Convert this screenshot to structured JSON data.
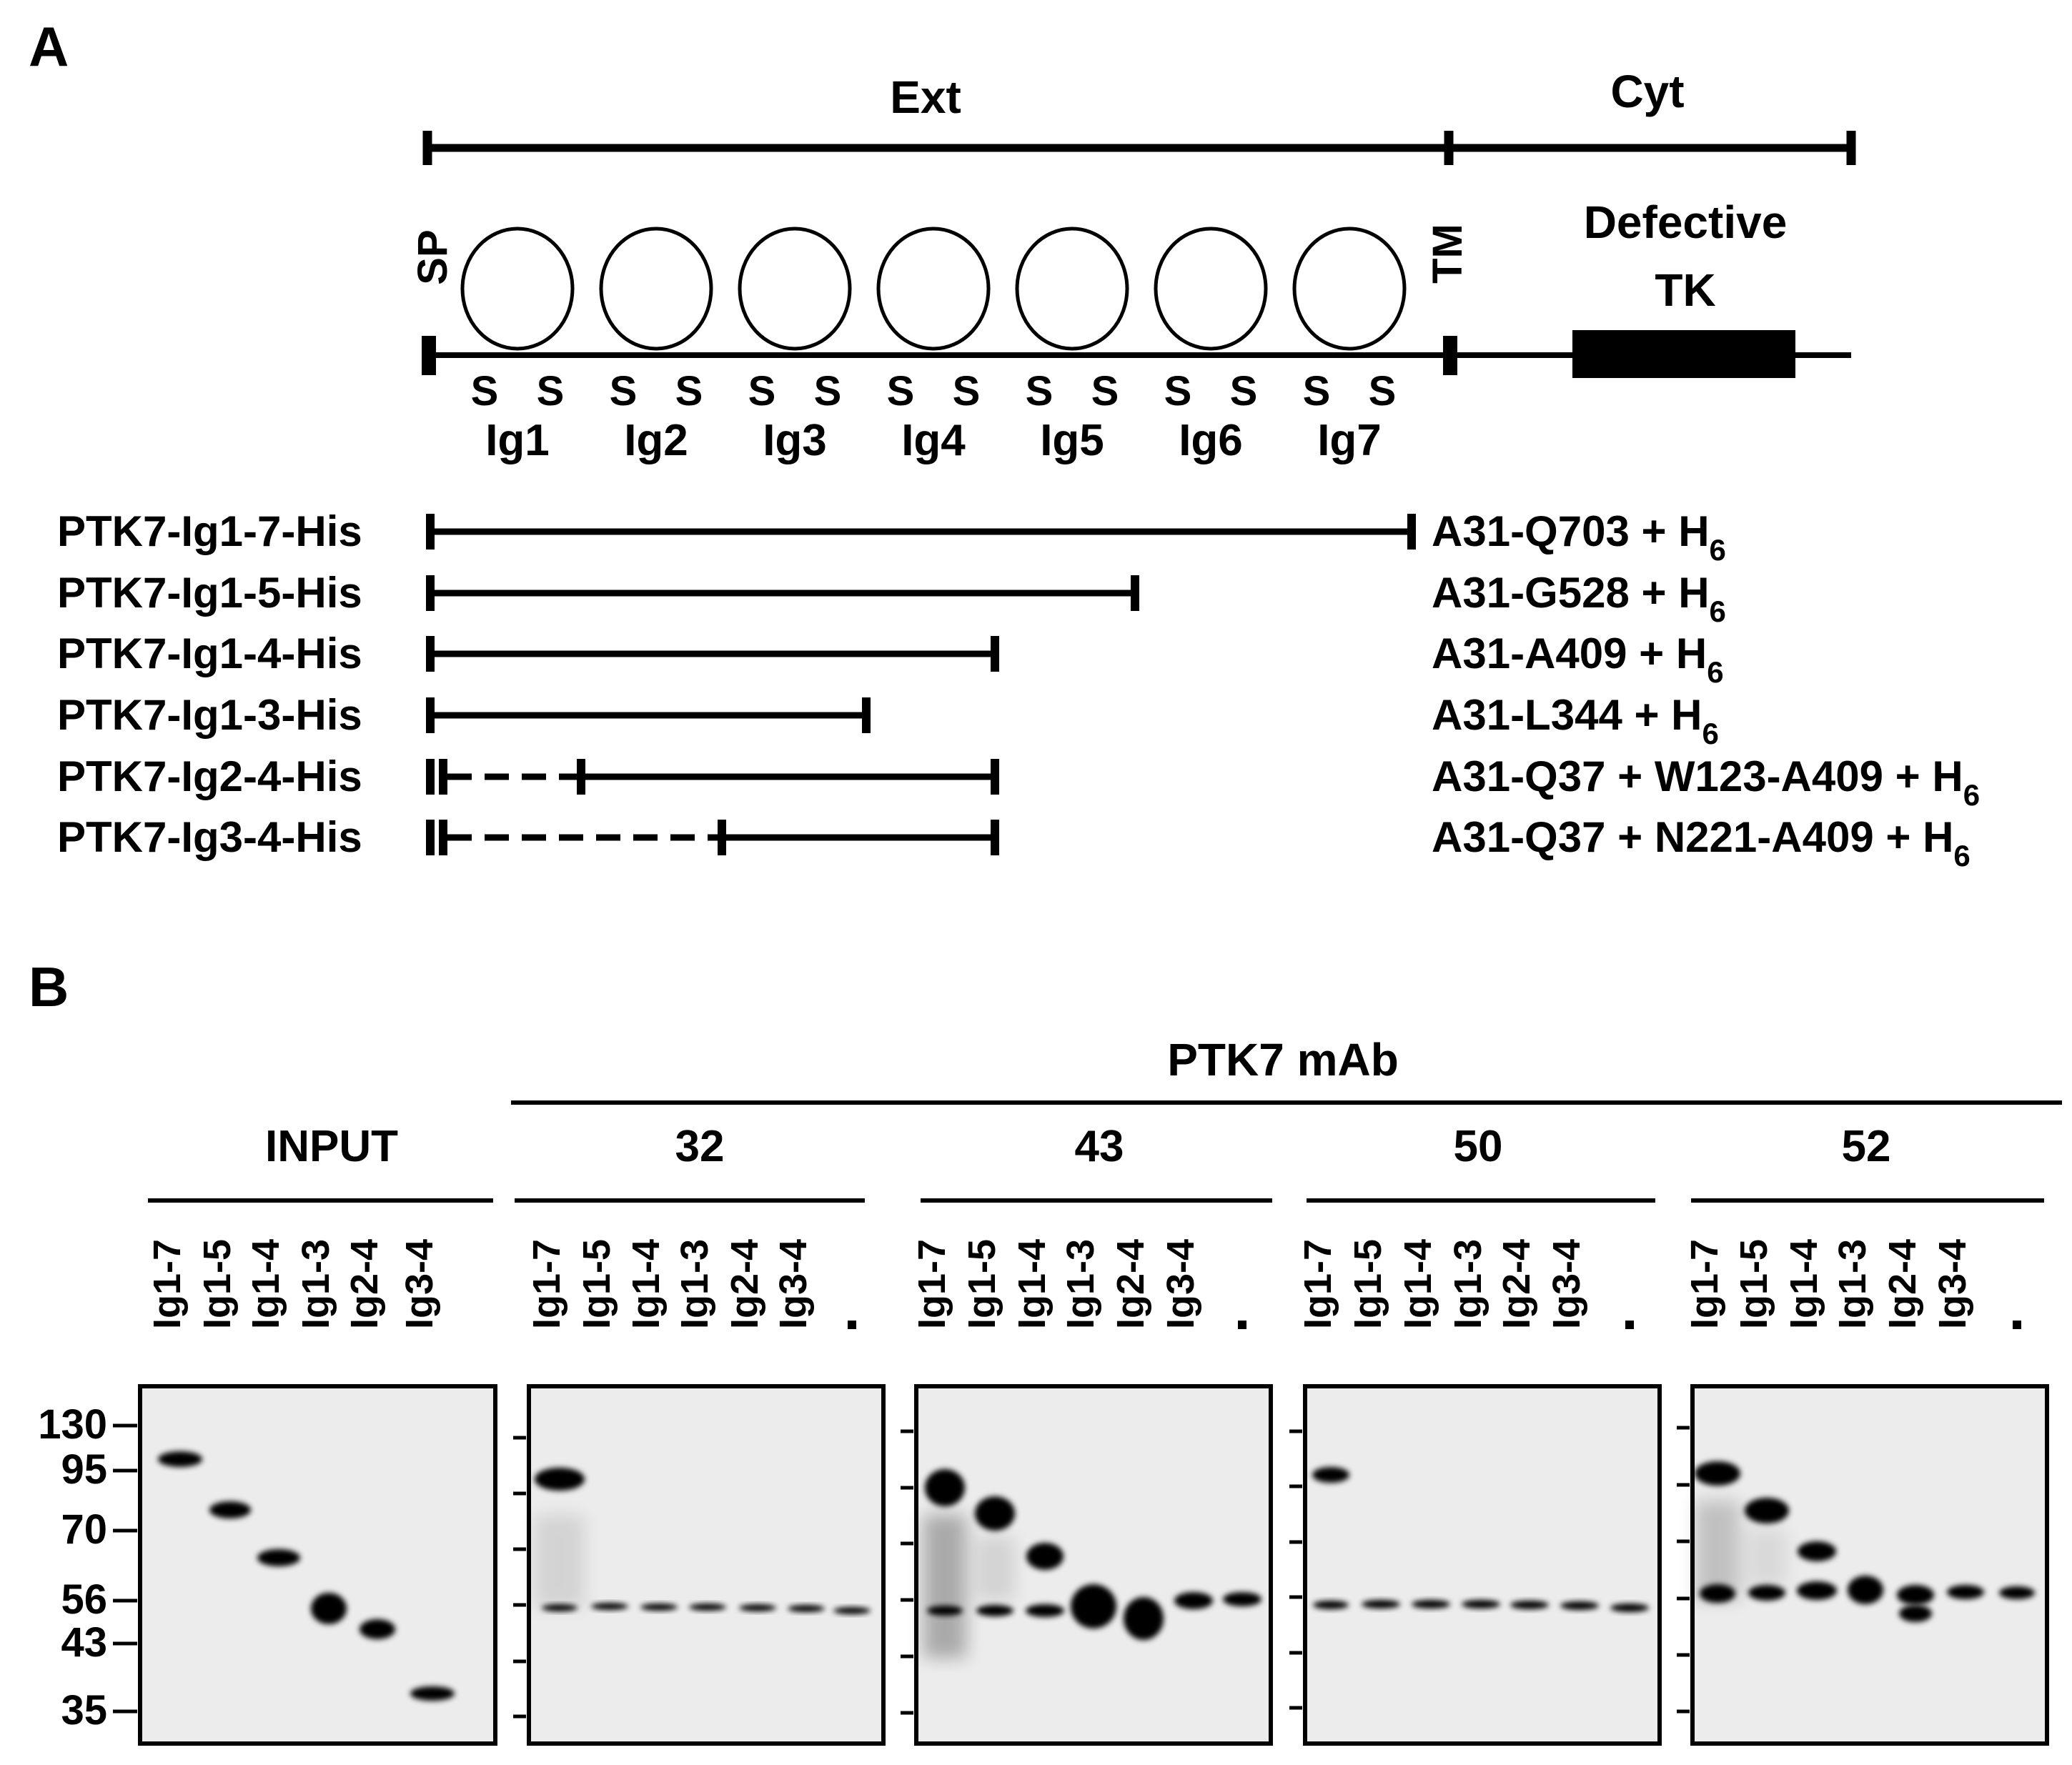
{
  "panel_a": {
    "label": "A",
    "region_ext": "Ext",
    "region_cyt": "Cyt",
    "sp": "SP",
    "tm": "TM",
    "tk_line1": "Defective",
    "tk_line2": "TK",
    "disulfide": "S",
    "domains": [
      "Ig1",
      "Ig2",
      "Ig3",
      "Ig4",
      "Ig5",
      "Ig6",
      "Ig7"
    ],
    "constructs": [
      {
        "name": "PTK7-Ig1-7-His",
        "desc": "A31-Q703 + H",
        "sub": "6"
      },
      {
        "name": "PTK7-Ig1-5-His",
        "desc": "A31-G528 + H",
        "sub": "6"
      },
      {
        "name": "PTK7-Ig1-4-His",
        "desc": "A31-A409 + H",
        "sub": "6"
      },
      {
        "name": "PTK7-Ig1-3-His",
        "desc": "A31-L344 + H",
        "sub": "6"
      },
      {
        "name": "PTK7-Ig2-4-His",
        "desc": "A31-Q37 + W123-A409 + H",
        "sub": "6"
      },
      {
        "name": "PTK7-Ig3-4-His",
        "desc": "A31-Q37 + N221-A409 + H",
        "sub": "6"
      }
    ]
  },
  "panel_b": {
    "label": "B",
    "mab_header": "PTK7 mAb",
    "groups": [
      {
        "title": "INPUT",
        "lanes": [
          "Ig1-7",
          "Ig1-5",
          "Ig1-4",
          "Ig1-3",
          "Ig2-4",
          "Ig3-4"
        ]
      },
      {
        "title": "32",
        "lanes": [
          "Ig1-7",
          "Ig1-5",
          "Ig1-4",
          "Ig1-3",
          "Ig2-4",
          "Ig3-4",
          "-"
        ]
      },
      {
        "title": "43",
        "lanes": [
          "Ig1-7",
          "Ig1-5",
          "Ig1-4",
          "Ig1-3",
          "Ig2-4",
          "Ig3-4",
          "-"
        ]
      },
      {
        "title": "50",
        "lanes": [
          "Ig1-7",
          "Ig1-5",
          "Ig1-4",
          "Ig1-3",
          "Ig2-4",
          "Ig3-4",
          "-"
        ]
      },
      {
        "title": "52",
        "lanes": [
          "Ig1-7",
          "Ig1-5",
          "Ig1-4",
          "Ig1-3",
          "Ig2-4",
          "Ig3-4",
          "-"
        ]
      }
    ],
    "mw_markers": [
      "130",
      "95",
      "70",
      "56",
      "43",
      "35"
    ]
  }
}
